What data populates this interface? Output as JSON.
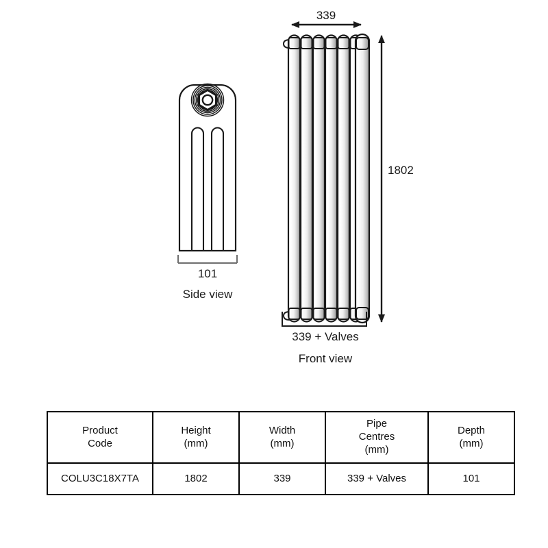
{
  "drawing": {
    "side_view": {
      "label": "Side view",
      "depth_dimension": "101"
    },
    "front_view": {
      "label": "Front view",
      "width_dimension": "339",
      "height_dimension": "1802",
      "pipe_centres_dimension": "339 + Valves",
      "column_count": 7
    }
  },
  "table": {
    "headers": [
      {
        "line1": "Product",
        "line2": "Code",
        "line3": ""
      },
      {
        "line1": "Height",
        "line2": "(mm)",
        "line3": ""
      },
      {
        "line1": "Width",
        "line2": "(mm)",
        "line3": ""
      },
      {
        "line1": "Pipe",
        "line2": "Centres",
        "line3": "(mm)"
      },
      {
        "line1": "Depth",
        "line2": "(mm)",
        "line3": ""
      }
    ],
    "rows": [
      {
        "product_code": "COLU3C18X7TA",
        "height": "1802",
        "width": "339",
        "pipe_centres": "339 + Valves",
        "depth": "101"
      }
    ]
  },
  "colors": {
    "line": "#1a1a1a",
    "fill": "#ffffff",
    "shade": "#d9d9d9"
  }
}
